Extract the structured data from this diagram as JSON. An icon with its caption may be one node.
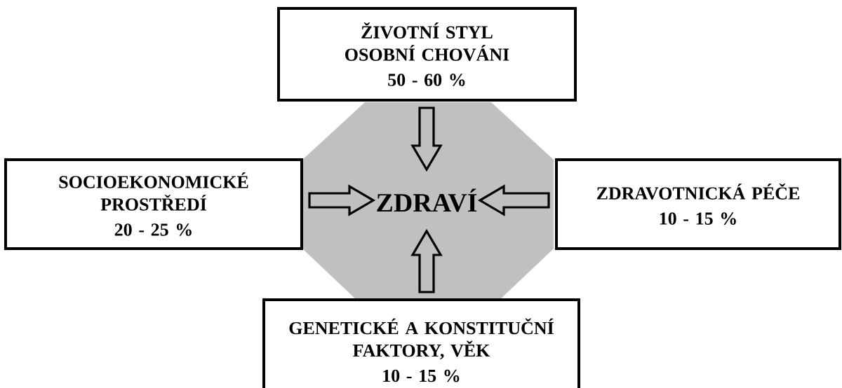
{
  "diagram": {
    "nodes": [
      {
        "text": [
          "ŽIVOTNÍ STYL OSOBNÍ CHOVÁNI",
          "50 - 60 %"
        ]
      },
      {
        "text": [
          "SOCIOEKONOMICKÉ PROSTŘEDÍ",
          "20 - 25 %"
        ]
      },
      {
        "text": [
          "ZDRAVÍ"
        ]
      },
      {
        "text": [
          "ZDRAVOTNICKÁ PÉČE",
          "10 - 15 %"
        ]
      },
      {
        "text": [
          "GENETICKÉ A KONSTITUČNÍ FAKTORY, VĚK",
          "10 - 15 %"
        ]
      }
    ],
    "edges": [
      {
        "from": 0,
        "to": 2,
        "arrow": "to"
      },
      {
        "from": 1,
        "to": 2,
        "arrow": "to"
      },
      {
        "from": 3,
        "to": 2,
        "arrow": "to"
      },
      {
        "from": 4,
        "to": 2,
        "arrow": "to"
      }
    ]
  }
}
